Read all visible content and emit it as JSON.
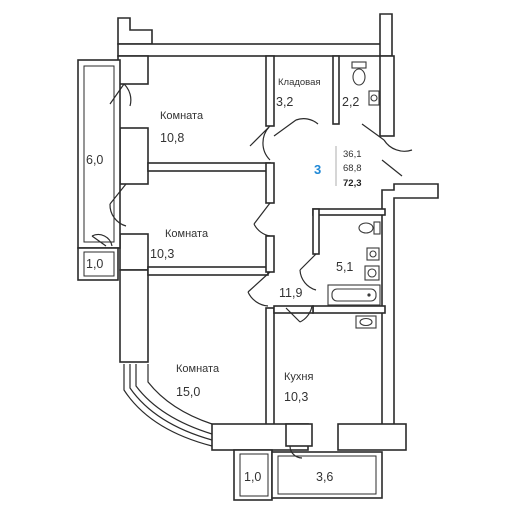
{
  "colors": {
    "wall": "#2b2b2b",
    "accent": "#1f88d6",
    "text": "#333333",
    "background": "#ffffff"
  },
  "apartment": {
    "rooms_count": "3",
    "living_area": "36,1",
    "total_area_no_balcony": "68,8",
    "total_area": "72,3"
  },
  "rooms": {
    "room1": {
      "name": "Комната",
      "area": "10,8"
    },
    "room2": {
      "name": "Комната",
      "area": "10,3"
    },
    "room3": {
      "name": "Комната",
      "area": "15,0"
    },
    "kitchen": {
      "name": "Кухня",
      "area": "10,3"
    },
    "storage": {
      "name": "Кладовая",
      "area": "3,2"
    },
    "toilet": {
      "area": "2,2"
    },
    "bathroom": {
      "area": "5,1"
    },
    "hall": {
      "area": "11,9"
    },
    "balcony_left": {
      "area": "6,0"
    },
    "balcony_left_small": {
      "area": "1,0"
    },
    "balcony_bottom_small": {
      "area": "1,0"
    },
    "balcony_bottom": {
      "area": "3,6"
    }
  },
  "icons": [
    "toilet-icon",
    "sink-icon",
    "bathtub-icon",
    "door-swing-icon"
  ]
}
